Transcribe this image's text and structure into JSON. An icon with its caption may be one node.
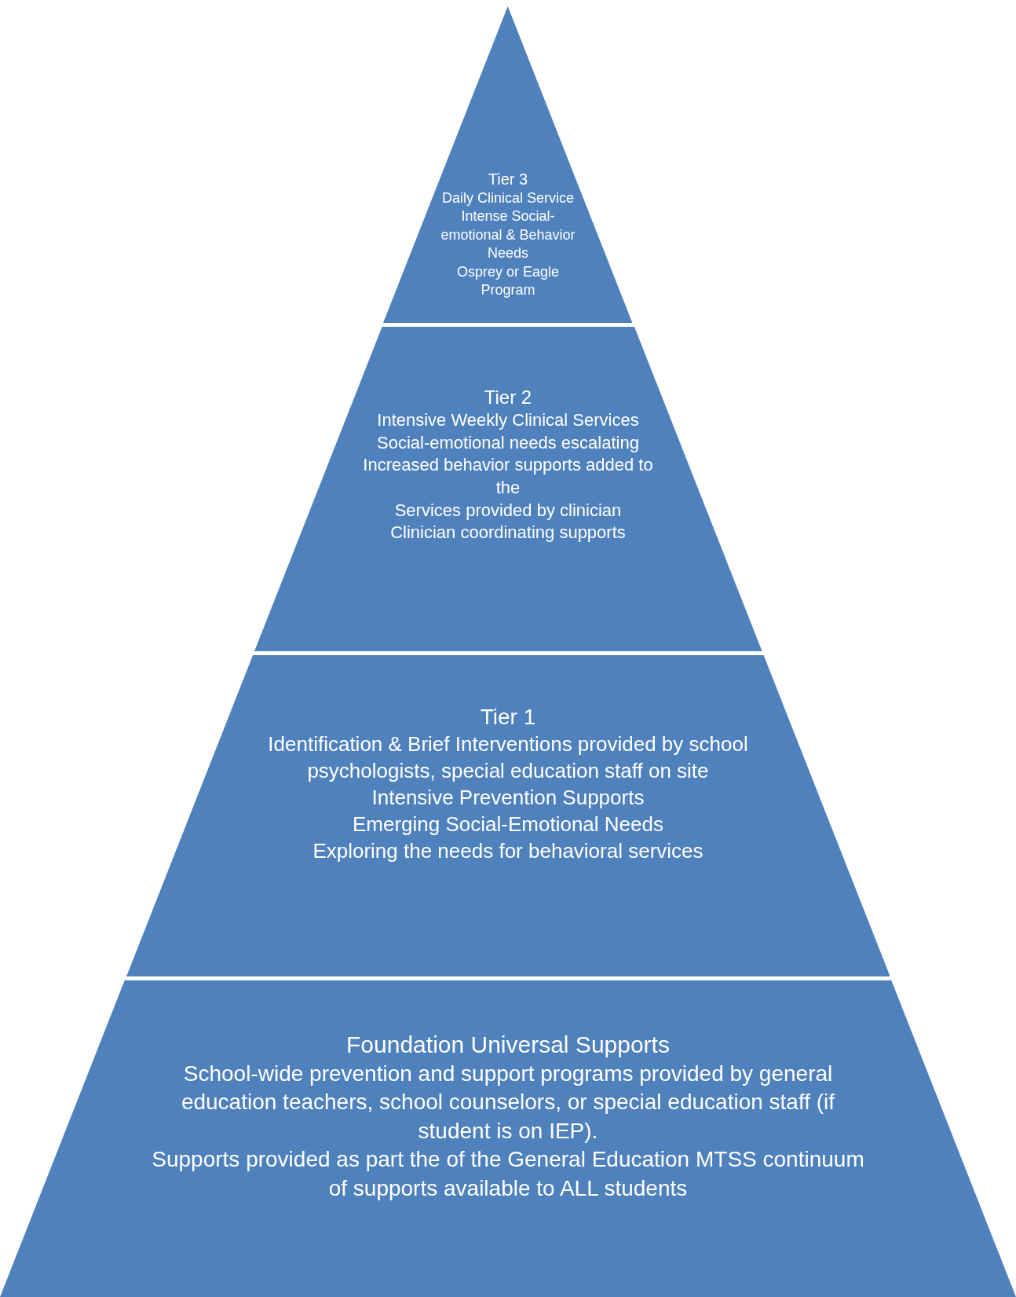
{
  "diagram": {
    "nodes": [
      {
        "text": [
          "Tier 3",
          "Daily Clinical Service",
          "Intense Social-emotional & Behavior Needs",
          "Osprey or Eagle Program"
        ]
      },
      {
        "text": [
          "Tier 2",
          "Intensive Weekly Clinical Services",
          "Social-emotional needs escalating",
          "Increased behavior supports added to the",
          "Services provided by clinician",
          "Clinician coordinating supports"
        ]
      },
      {
        "text": [
          "Tier 1",
          "Identification & Brief Interventions provided by school psychologists, special education staff on site",
          "Intensive Prevention Supports",
          "Emerging Social-Emotional Needs",
          "Exploring the needs for behavioral services"
        ]
      },
      {
        "text": [
          "Foundation Universal Supports",
          "School-wide prevention and support programs provided by general education teachers, school counselors, or special education staff (if student is on IEP).",
          "Supports provided as part the of the General Education MTSS continuum of supports available to ALL students"
        ]
      }
    ]
  }
}
